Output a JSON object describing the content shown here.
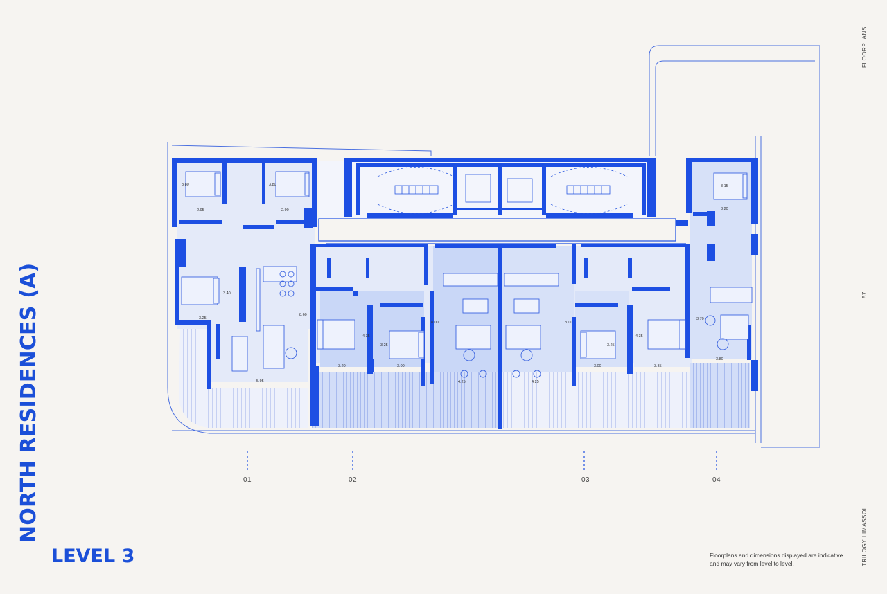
{
  "title": "NORTH RESIDENCES (A)",
  "level": "LEVEL 3",
  "rail": {
    "section": "FLOORPLANS",
    "page": "57",
    "project": "TRILOGY LIMASSOL"
  },
  "disclaimer": "Floorplans and dimensions displayed are indicative and may vary from level to level.",
  "units": [
    "01",
    "02",
    "03",
    "04"
  ],
  "dimensions": [
    "3.80",
    "3.80",
    "2.95",
    "2.90",
    "3.40",
    "3.25",
    "8.60",
    "5.95",
    "3.20",
    "3.00",
    "4.25",
    "4.25",
    "3.00",
    "3.35",
    "3.80",
    "3.15",
    "3.20",
    "8.00",
    "8.00",
    "4.35",
    "3.25",
    "3.25",
    "4.35",
    "3.70"
  ],
  "colors": {
    "accent": "#1b4fd8",
    "wall": "#1d4fe3",
    "fill": "#c9d7f7",
    "background": "#f6f4f1"
  }
}
